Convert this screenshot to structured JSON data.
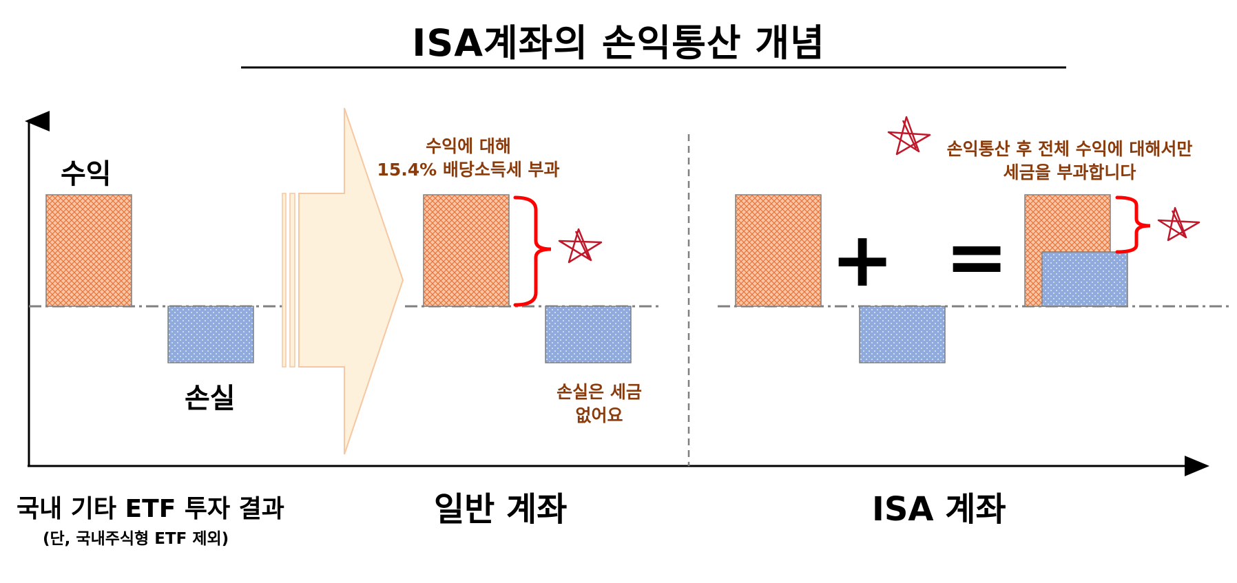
{
  "title": "ISA계좌의 손익통산 개념",
  "left_panel": {
    "profit_label": "수익",
    "loss_label": "손실",
    "caption": "국내 기타 ETF 투자 결과",
    "subcaption": "(단, 국내주식형 ETF 제외)"
  },
  "general_account": {
    "caption": "일반 계좌",
    "profit_note_line1": "수익에 대해",
    "profit_note_line2": "15.4% 배당소득세 부과",
    "loss_note_line1": "손실은 세금",
    "loss_note_line2": "없어요"
  },
  "isa_account": {
    "caption": "ISA 계좌",
    "note_line1": "손익통산 후 전체 수익에 대해서만",
    "note_line2": "세금을 부과합니다",
    "plus_symbol": "+",
    "equals_symbol": "="
  },
  "colors": {
    "profit_fill": "#f7c6a6",
    "profit_pattern": "#e8743b",
    "loss_fill": "#8faadc",
    "loss_dots": "#ffffff",
    "note_text": "#8a3b0b",
    "bracket": "#ff0000",
    "star": "#c0182a",
    "arrow_fill": "#fdf1dc",
    "arrow_stroke": "#f6c7a0"
  },
  "icons": {
    "taxed_marker": "hand-drawn-star-icon",
    "transition_arrow": "right-block-arrow-icon"
  }
}
